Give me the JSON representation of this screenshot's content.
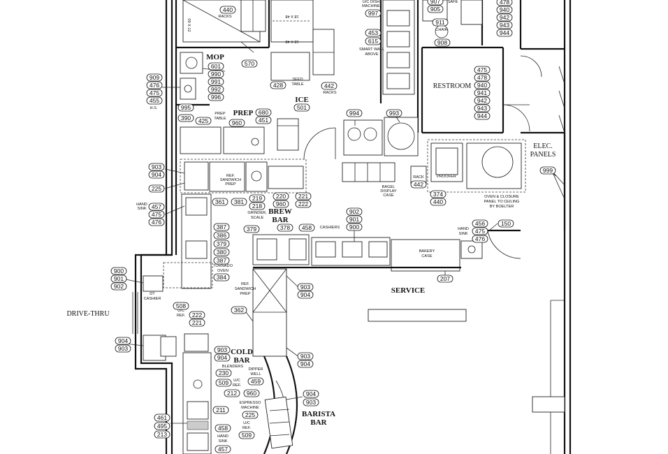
{
  "rooms": {
    "mop": "MOP",
    "prep": "PREP",
    "ice": "ICE",
    "restroom": "RESTROOM",
    "elec_line1": "ELEC.",
    "elec_line2": "PANELS",
    "brew_line1": "BREW",
    "brew_line2": "BAR",
    "service": "SERVICE",
    "drive_thru": "DRIVE-THRU",
    "cold_line1": "COLD",
    "cold_line2": "BAR",
    "barista_line1": "BARISTA",
    "barista_line2": "BAR"
  },
  "notes": {
    "racks_top": "RACKS",
    "uc_dish_1": "U/C DISH",
    "uc_dish_2": "MACHINE",
    "safe": "SAFE",
    "chair": "CHAIR",
    "smart_wall_1": "SMART WALL",
    "smart_wall_2": "ABOVE",
    "seed_1": "SEED",
    "seed_2": "TABLE",
    "racks_mid": "RACKS",
    "hs": "H.S.",
    "prep_table_1": "PREP",
    "prep_table_2": "TABLE",
    "ref_sandwich_1": "REF.",
    "ref_sandwich_2": "SANDWICH",
    "ref_sandwich_3": "PREP",
    "grinder_1": "GRINDER,",
    "grinder_2": "SCALE",
    "bagel_1": "BAGEL",
    "bagel_2": "DISPLAY",
    "bagel_3": "CASE",
    "rack": "RACK",
    "proofer": "PROOFER",
    "oven_1": "OVEN & CLOSURE",
    "oven_2": "PANEL TO CEILING",
    "oven_3": "BY BOELTER",
    "hand_sink_l1": "HAND",
    "hand_sink_l2": "SINK",
    "cashiers": "CASHIERS",
    "hand_sink_r1": "HAND",
    "hand_sink_r2": "SINK",
    "bakery_1": "BAKERY",
    "bakery_2": "CASE",
    "tornado_1": "TORNADO",
    "tornado_2": "OVEN",
    "ref_sandwich2_1": "REF.",
    "ref_sandwich2_2": "SANDWICH",
    "ref_sandwich2_3": "PREP",
    "dt_1": "DT",
    "dt_2": "CASHIER",
    "uc_ref_1": "U/C",
    "uc_ref_2": "REF.",
    "blenders": "BLENDERS",
    "uc_ref2_1": "U/C",
    "uc_ref2_2": "REF.",
    "dipper_1": "DIPPER",
    "dipper_2": "WELL",
    "espresso_1": "ESPRESSO",
    "espresso_2": "MACHINE",
    "uc_ref3_1": "U/C",
    "uc_ref3_2": "REF.",
    "hand_sink_b1": "HAND",
    "hand_sink_b2": "SINK",
    "dim_a": "09 X 12",
    "dim_b": "18 X 48",
    "dim_c": "18 X 48"
  },
  "tags": {
    "t440a": "440",
    "t997": "997",
    "t907": "907",
    "t905": "905",
    "t911": "911",
    "t908": "908",
    "t478a": "478",
    "t940a": "940",
    "t942a": "942",
    "t943a": "943",
    "t944a": "944",
    "t453": "453",
    "t615": "615",
    "t570": "570",
    "t428": "428",
    "t442a": "442",
    "t601": "601",
    "t990": "990",
    "t991": "991",
    "t992": "992",
    "t996": "996",
    "t995": "995",
    "t909": "909",
    "t476a": "476",
    "t475a": "475",
    "t455": "455",
    "t475b": "475",
    "t478b": "478",
    "t940b": "940",
    "t941": "941",
    "t942b": "942",
    "t943b": "943",
    "t944b": "944",
    "t501": "501",
    "t680": "680",
    "t451": "451",
    "t390": "390",
    "t425": "425",
    "t960a": "960",
    "t994": "994",
    "t993": "993",
    "t903a": "903",
    "t904a": "904",
    "t225a": "225",
    "t361": "361",
    "t381": "381",
    "t219": "219",
    "t218": "218",
    "t220": "220",
    "t960b": "960",
    "t221a": "221",
    "t222a": "222",
    "t442b": "442",
    "t374": "374",
    "t440b": "440",
    "t999": "999",
    "t457a": "457",
    "t475c": "475",
    "t476b": "476",
    "t902a": "902",
    "t901a": "901",
    "t900a": "900",
    "t379a": "379",
    "t378": "378",
    "t458a": "458",
    "t456": "456",
    "t475d": "475",
    "t476c": "476",
    "t150": "150",
    "t387a": "387",
    "t386": "386",
    "t379b": "379",
    "t380": "380",
    "t387b": "387",
    "t384": "384",
    "t900b": "900",
    "t901b": "901",
    "t902b": "902",
    "t207": "207",
    "t903b": "903",
    "t904b": "904",
    "t508": "508",
    "t362": "362",
    "t222b": "222",
    "t221b": "221",
    "t904c": "904",
    "t903c": "903",
    "t903d": "903",
    "t904d": "904",
    "t903e": "903",
    "t904e": "904",
    "t230": "230",
    "t509a": "509",
    "t459": "459",
    "t212": "212",
    "t960c": "960",
    "t904f": "904",
    "t903f": "903",
    "t225b": "225",
    "t211": "211",
    "t461": "461",
    "t495": "495",
    "t213": "213",
    "t458b": "458",
    "t509b": "509",
    "t457b": "457"
  }
}
